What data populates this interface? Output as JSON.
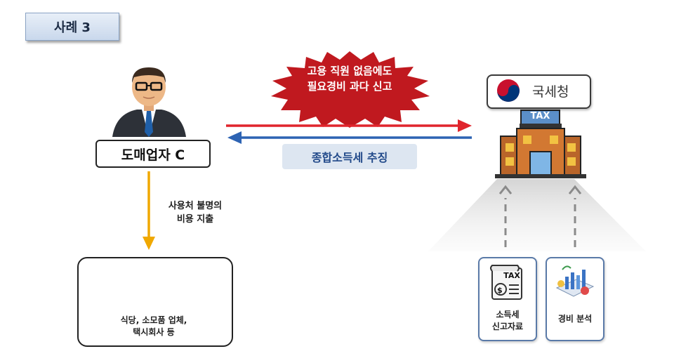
{
  "case_label": "사례 3",
  "wholesaler": {
    "label": "도매업자 C"
  },
  "burst": {
    "line1": "고용 직원 없음에도",
    "line2": "필요경비 과다 신고"
  },
  "collection_label": "종합소득세 추징",
  "agency": {
    "name": "국세청",
    "building_sign": "TAX"
  },
  "expense": {
    "line1": "사용처 불명의",
    "line2": "비용 지출"
  },
  "merchants": {
    "line1": "식당, 소모품 업체,",
    "line2": "택시회사 등"
  },
  "documents": [
    {
      "line1": "소득세",
      "line2": "신고자료",
      "icon_text": "TAX"
    },
    {
      "line1": "경비 분석"
    }
  ],
  "colors": {
    "red_arrow": "#e0242c",
    "blue_arrow": "#2d63b3",
    "burst": "#c0191f",
    "orange_arrow": "#f0a800"
  }
}
